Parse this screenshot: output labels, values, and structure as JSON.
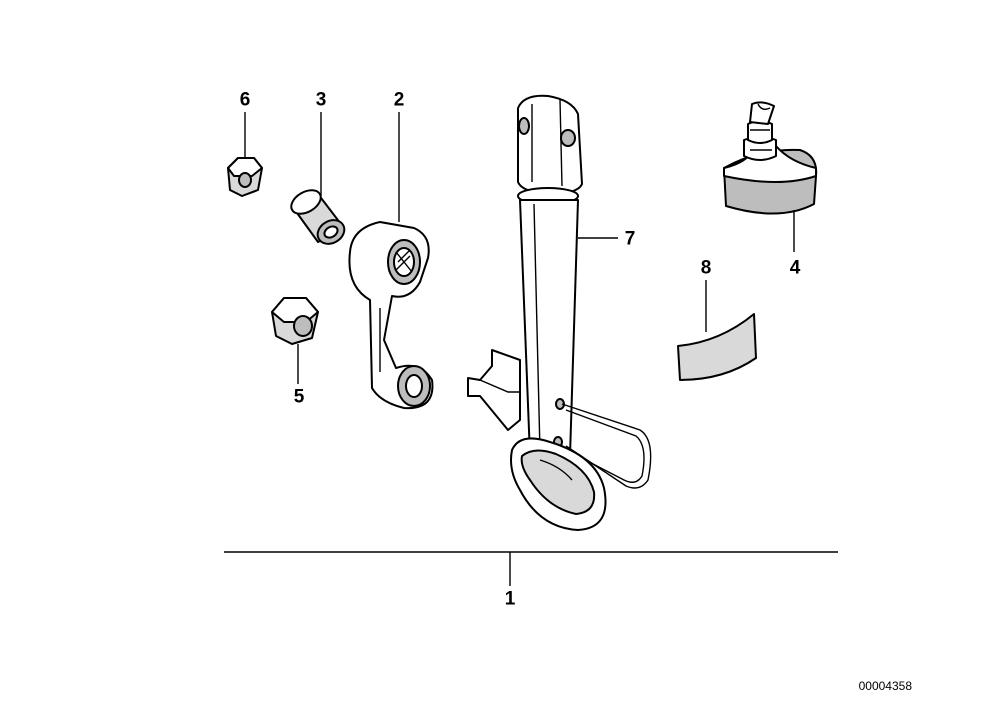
{
  "callouts": {
    "c1": "1",
    "c2": "2",
    "c3": "3",
    "c4": "4",
    "c5": "5",
    "c6": "6",
    "c7": "7",
    "c8": "8"
  },
  "figure_id": "00004358"
}
